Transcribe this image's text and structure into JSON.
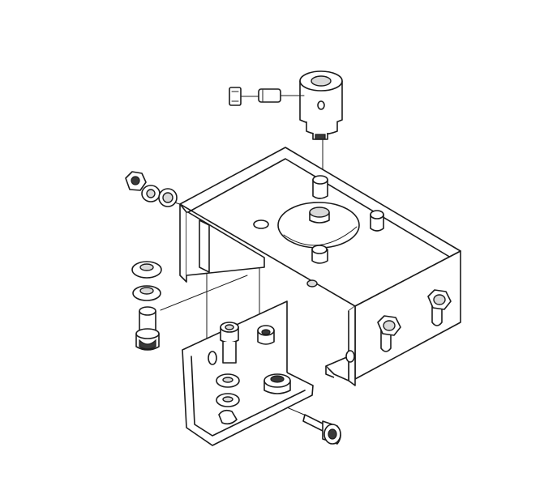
{
  "diagram": {
    "type": "exploded-assembly-drawing",
    "labels": [],
    "components": [
      "set-screw",
      "pin",
      "shaft-coupler",
      "main-bracket",
      "bracket-standoff-post",
      "hex-nut",
      "lock-washer",
      "flat-washer",
      "socket-head-cap-screw",
      "mounting-plate"
    ],
    "colors": {
      "line": "#1a1a1a",
      "shade": "#d9d9d9",
      "background": "#ffffff"
    }
  }
}
